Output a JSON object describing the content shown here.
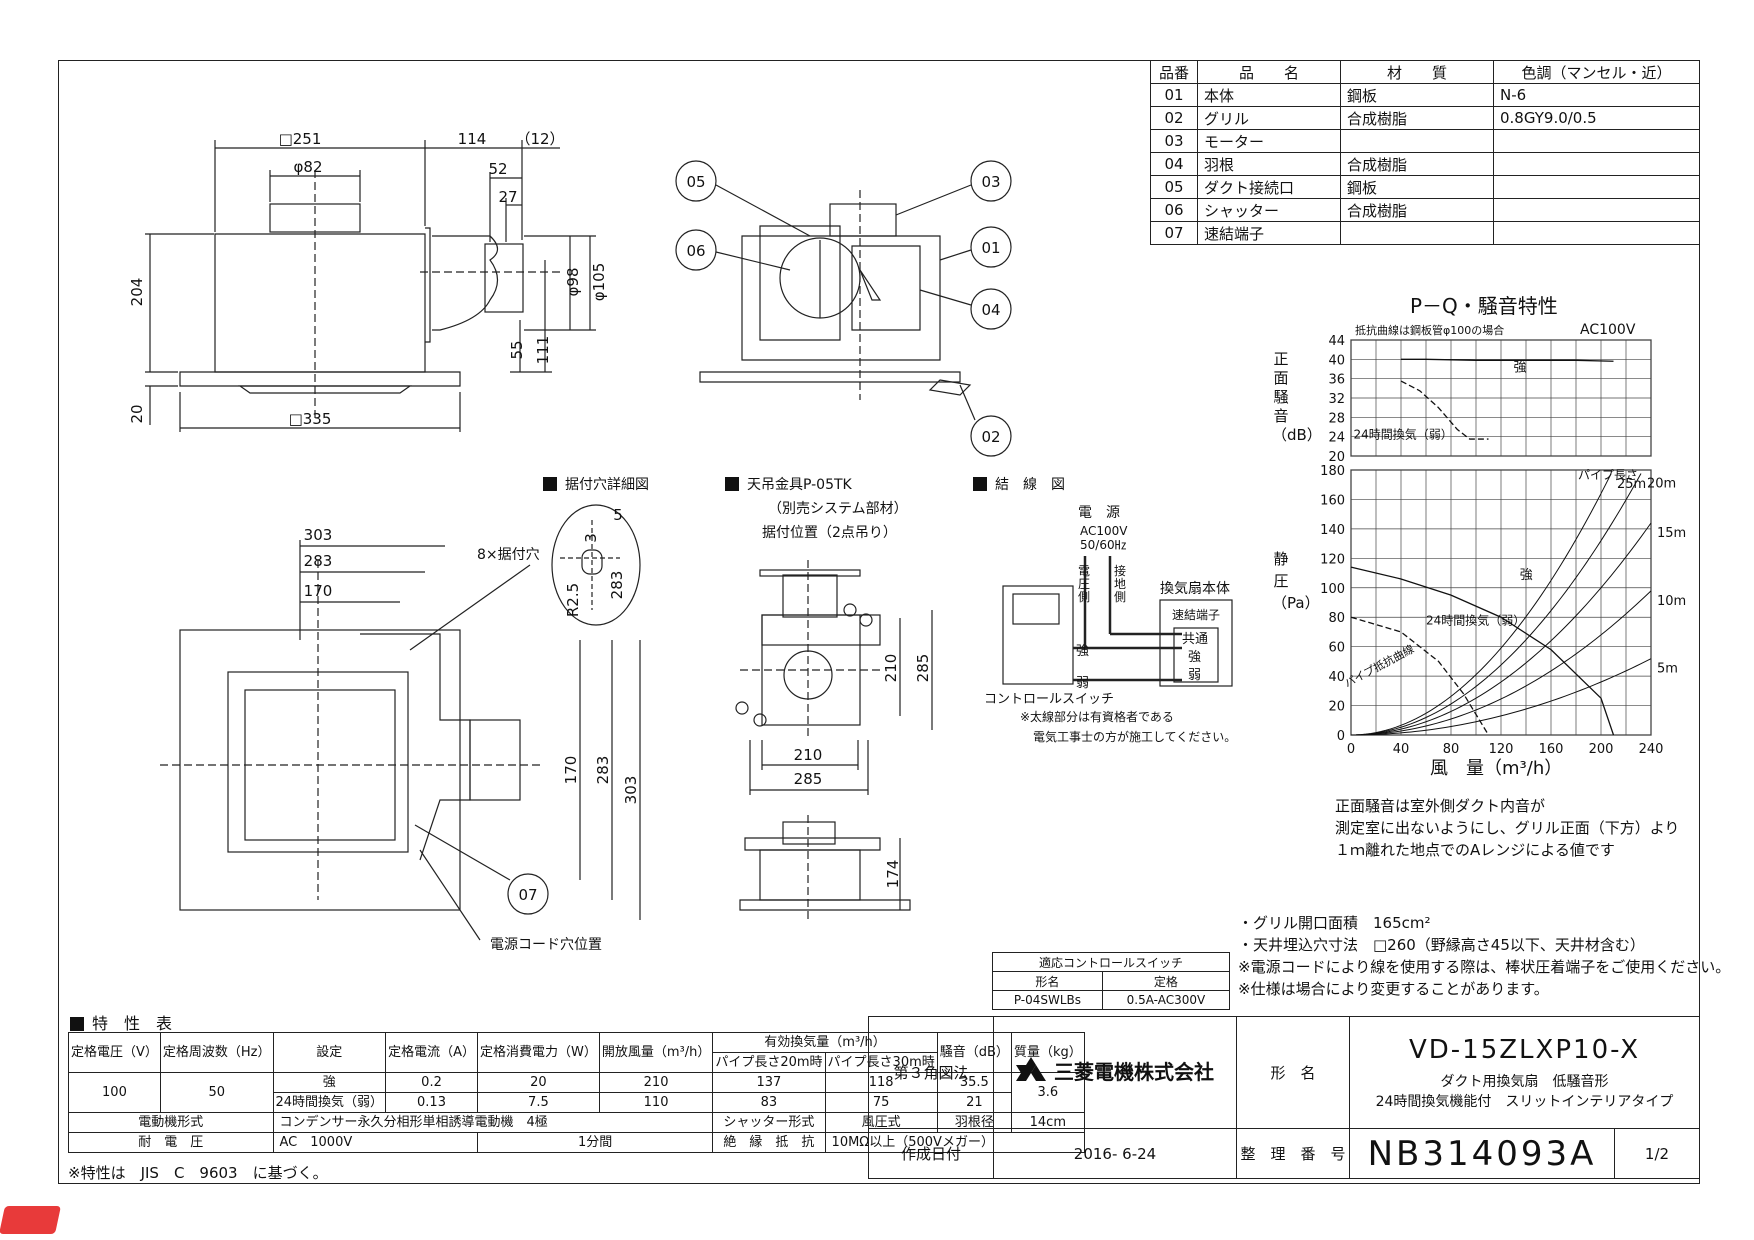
{
  "parts_table": {
    "headers": [
      "品番",
      "品　　名",
      "材　　質",
      "色調（マンセル・近）"
    ],
    "rows": [
      [
        "01",
        "本体",
        "鋼板",
        "N-6"
      ],
      [
        "02",
        "グリル",
        "合成樹脂",
        "0.8GY9.0/0.5"
      ],
      [
        "03",
        "モーター",
        "",
        ""
      ],
      [
        "04",
        "羽根",
        "合成樹脂",
        ""
      ],
      [
        "05",
        "ダクト接続口",
        "鋼板",
        ""
      ],
      [
        "06",
        "シャッター",
        "合成樹脂",
        ""
      ],
      [
        "07",
        "速結端子",
        "",
        ""
      ]
    ]
  },
  "front_view": {
    "dims": [
      "□251",
      "114",
      "（12）",
      "φ82",
      "52",
      "27",
      "204",
      "φ98",
      "φ105",
      "55",
      "111",
      "20",
      "□335"
    ]
  },
  "side_view": {
    "callouts": [
      "05",
      "06",
      "03",
      "01",
      "04",
      "02"
    ]
  },
  "section_labels": {
    "mount_hole": "据付穴詳細図",
    "hanger": "天吊金具P-05TK",
    "hanger_sub1": "（別売システム部材）",
    "hanger_sub2": "据付位置（2点吊り）",
    "wiring": "結　線　図"
  },
  "plan_view": {
    "dims": [
      "303",
      "283",
      "170",
      "170",
      "283",
      "303"
    ],
    "mount_hole_label": "8×据付穴",
    "detail_dims": [
      "5",
      "3",
      "R2.5",
      "283"
    ],
    "callout": "07",
    "cord_label": "電源コード穴位置"
  },
  "hanger_view": {
    "dims": [
      "210",
      "285",
      "210",
      "285",
      "174"
    ]
  },
  "wiring": {
    "power": "電　源",
    "ac": "AC100V",
    "hz": "50/60㎐",
    "live": "電圧側",
    "ground": "接地側",
    "unit": "換気扇本体",
    "terminal": "速結端子",
    "common": "共通",
    "strong": "強",
    "weak": "弱",
    "sw_strong": "強",
    "sw_weak": "弱",
    "switch": "コントロールスイッチ",
    "note1": "※太線部分は有資格者である",
    "note2": "電気工事士の方が施工してください。"
  },
  "chart_data": [
    {
      "type": "line",
      "title": "P－Q・騒音特性",
      "subtitle": "抵抗曲線は鋼板管φ100の場合",
      "power_label": "AC100V",
      "ylabel": "正面騒音（dB）",
      "ylim": [
        20,
        44
      ],
      "yticks": [
        20,
        24,
        28,
        32,
        36,
        40,
        44
      ],
      "xlim": [
        0,
        240
      ],
      "grid": true,
      "series": [
        {
          "name": "強",
          "x": [
            40,
            60,
            100,
            140,
            180,
            210
          ],
          "y": [
            40,
            40,
            39.8,
            39.8,
            39.8,
            39.6
          ]
        },
        {
          "name": "24時間換気（弱）",
          "x": [
            40,
            55,
            70,
            85,
            95,
            110
          ],
          "y": [
            35.5,
            33.5,
            30,
            25.5,
            23.5,
            23.5
          ]
        }
      ]
    },
    {
      "type": "line",
      "xlabel": "風　量（m³/h）",
      "ylabel": "静圧（Pa）",
      "xlim": [
        0,
        240
      ],
      "ylim": [
        0,
        180
      ],
      "xticks": [
        0,
        40,
        80,
        120,
        160,
        200,
        240
      ],
      "yticks": [
        0,
        20,
        40,
        60,
        80,
        100,
        120,
        140,
        160,
        180
      ],
      "grid": true,
      "pipe_label": "パイプ長さ",
      "pipe_curve_label": "パイプ抵抗曲線",
      "series": [
        {
          "name": "強",
          "x": [
            0,
            40,
            80,
            120,
            160,
            200,
            210
          ],
          "y": [
            114,
            106,
            95,
            80,
            58,
            25,
            0
          ]
        },
        {
          "name": "24時間換気（弱）",
          "x": [
            0,
            40,
            70,
            90,
            110
          ],
          "y": [
            80,
            70,
            50,
            28,
            0
          ]
        }
      ],
      "resistance_curves": [
        {
          "name": "25m",
          "k": 0.0041
        },
        {
          "name": "20m",
          "k": 0.0033
        },
        {
          "name": "15m",
          "k": 0.0025
        },
        {
          "name": "10m",
          "k": 0.0017
        },
        {
          "name": "5m",
          "k": 0.0009
        }
      ]
    }
  ],
  "chart_note": [
    "正面騒音は室外側ダクト内音が",
    "測定室に出ないようにし、グリル正面（下方）より",
    "１ｍ離れた地点でのAレンジによる値です"
  ],
  "notes": [
    "・グリル開口面積　165cm²",
    "・天井埋込穴寸法　□260（野縁高さ45以下、天井材含む）",
    "※電源コードにより線を使用する際は、棒状圧着端子をご使用ください。",
    "※仕様は場合により変更することがあります。"
  ],
  "switch_table": {
    "title": "適応コントロールスイッチ",
    "headers": [
      "形名",
      "定格"
    ],
    "row": [
      "P-04SWLBs",
      "0.5A-AC300V"
    ]
  },
  "spec_table": {
    "title": "特　性　表",
    "headers": {
      "voltage": "定格電圧（V）",
      "freq": "定格周波数（Hz）",
      "setting": "設定",
      "current": "定格電流（A）",
      "power": "定格消費電力（W）",
      "airflow": "開放風量（m³/h）",
      "eff": "有効換気量（m³/h）",
      "pipe20": "パイプ長さ20m時",
      "pipe30": "パイプ長さ30m時",
      "noise": "騒音（dB）",
      "mass": "質量（kg）"
    },
    "voltage": "100",
    "freq": "50",
    "mass": "3.6",
    "rows": [
      [
        "強",
        "0.2",
        "20",
        "210",
        "137",
        "118",
        "35.5"
      ],
      [
        "24時間換気（弱）",
        "0.13",
        "7.5",
        "110",
        "83",
        "75",
        "21"
      ]
    ],
    "motor_label": "電動機形式",
    "motor": "コンデンサー永久分相形単相誘導電動機　4極",
    "shutter_label": "シャッター形式",
    "shutter": "風圧式",
    "blade_label": "羽根径",
    "blade": "14cm",
    "withstand_label": "耐　電　圧",
    "withstand": "AC　1000V",
    "withstand_time": "1分間",
    "insul_label": "絶　縁　抵　抗",
    "insul": "10MΩ以上（500Vメガー）",
    "footnote": "※特性は　JIS　C　9603　に基づく。"
  },
  "title_block": {
    "projection": "第３角図法",
    "company": "三菱電機株式会社",
    "model_label": "形　名",
    "model": "VD-15ZLXP10-X",
    "desc1": "ダクト用換気扇　低騒音形",
    "desc2": "24時間換気機能付　スリットインテリアタイプ",
    "date_label": "作成日付",
    "date": "2016- 6-24",
    "number_label": "整　理　番　号",
    "number": "NB314093A",
    "sheet": "1/2"
  }
}
